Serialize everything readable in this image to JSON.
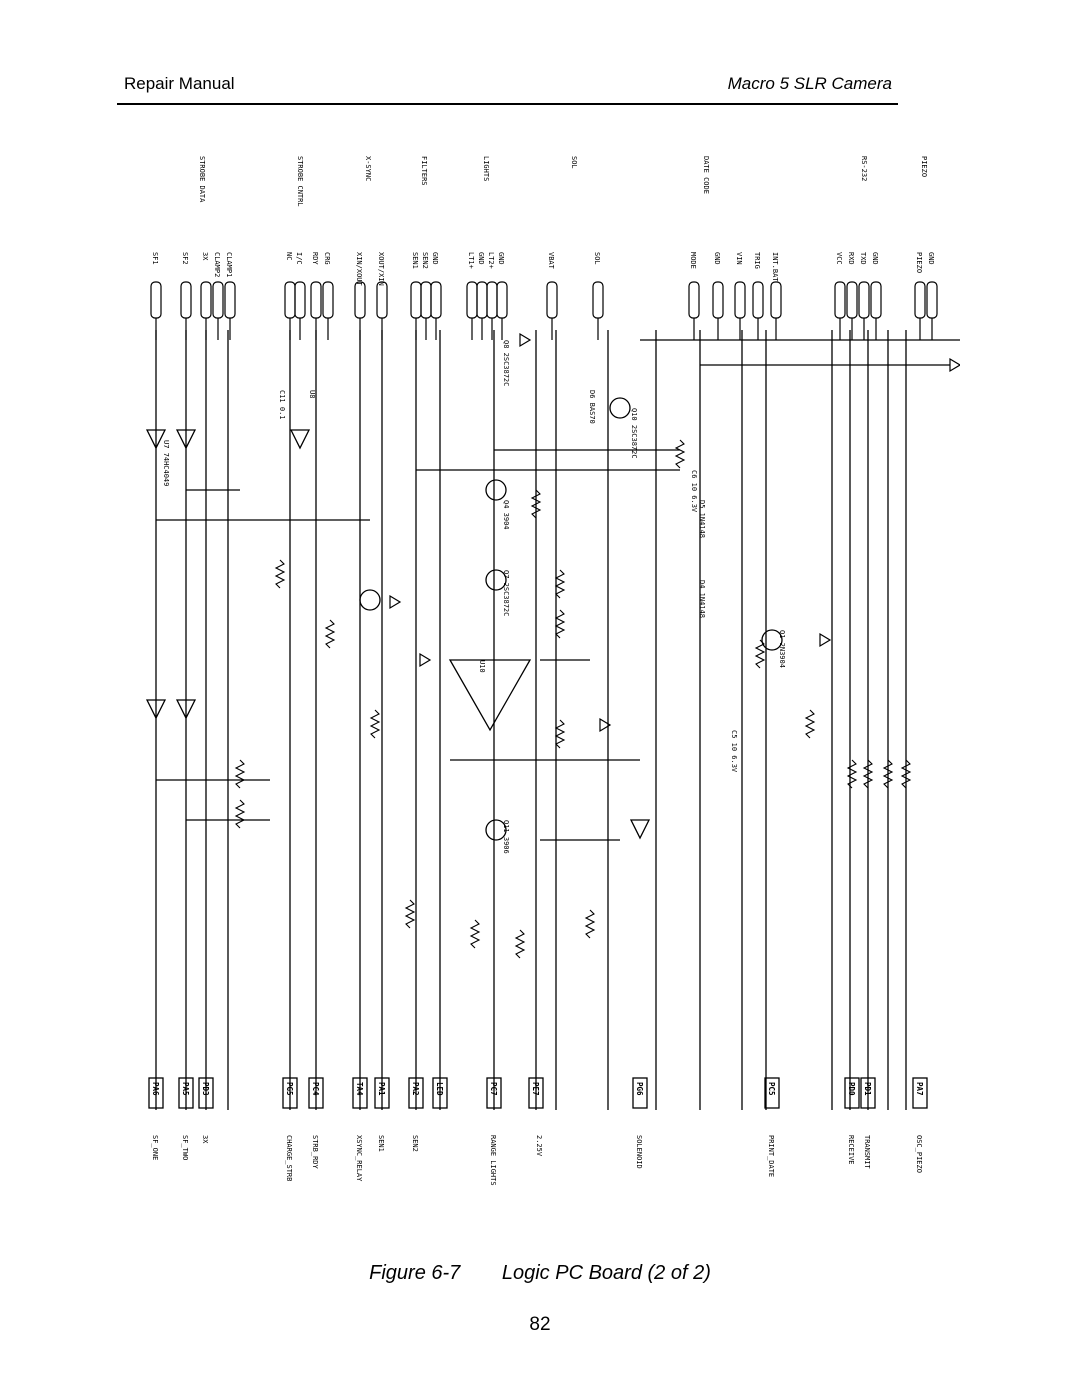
{
  "header": {
    "left": "Repair Manual",
    "right": "Macro 5 SLR Camera"
  },
  "schematic": {
    "groups": [
      "STROBE DATA",
      "STROBE CNTRL",
      "X-SYNC",
      "FILTERS",
      "LIGHTS",
      "SOL",
      "DATE CODE",
      "RS-232",
      "PIEZO"
    ],
    "connector_pins": [
      "SF1",
      "SF2",
      "3X",
      "CLAMP2",
      "CLAMP1",
      "NC",
      "I/C",
      "RDY",
      "CRG",
      "XIN/XOUT",
      "XOUT/XIN",
      "SEN1",
      "SEN2",
      "GND",
      "LT1+",
      "GND",
      "LT2+",
      "GND",
      "VBAT",
      "SOL",
      "MODE",
      "GND",
      "VIN",
      "TRIG",
      "INT.BAT",
      "VCC",
      "RXD",
      "TXD",
      "GND",
      "PIEZO",
      "GND"
    ],
    "signals": [
      "SF_ONE",
      "SF_TWO",
      "3X",
      "CHARGE_STRB",
      "STRB_RDY",
      "XSYNC_RELAY",
      "SEN1",
      "SEN2",
      "RANGE LIGHTS",
      "2.25V",
      "SOLENOID",
      "PRINT_DATE",
      "RECEIVE",
      "TRANSMIT",
      "OSC_PIEZO"
    ],
    "ports": [
      "PA6",
      "PA5",
      "PD3",
      "PG5",
      "PC4",
      "TA4",
      "PA1",
      "PA2",
      "LED",
      "PC7",
      "PE7",
      "PG6",
      "PC5",
      "PD0",
      "PD1",
      "PA7"
    ],
    "components": [
      "U7 74HC4049",
      "U8",
      "U10",
      "Q1 2N3904",
      "Q4 3904",
      "Q7 2SC3872C",
      "Q8 2SC3872C",
      "Q10 2SC3872C",
      "Q11 3906",
      "C11 0.1",
      "C5 10 6.3V",
      "C6 10 6.3V",
      "D4 1N4148",
      "D5 1N4148",
      "D6 BAS70"
    ]
  },
  "caption": {
    "number": "Figure 6-7",
    "title": "Logic PC Board (2 of 2)"
  },
  "page_number": "82"
}
